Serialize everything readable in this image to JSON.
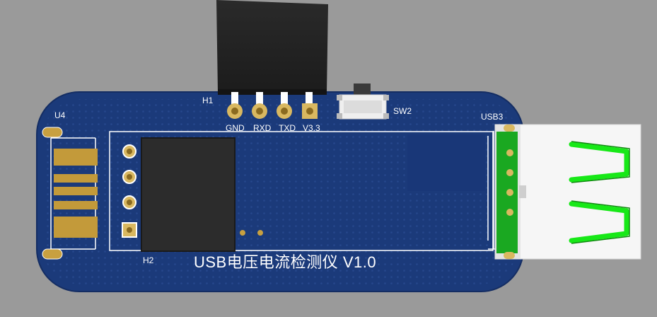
{
  "board": {
    "title": "USB电压电流检测仪 V1.0",
    "colors": {
      "background": "#9a9a9a",
      "pcb": "#1b3a7a",
      "silkscreen": "#ffffff",
      "gold": "#c8a040",
      "usb_green": "#17e817"
    }
  },
  "labels": {
    "u4": "U4",
    "h1": "H1",
    "h2": "H2",
    "sw2": "SW2",
    "usb3": "USB3",
    "gnd": "GND",
    "rxd": "RXD",
    "txd": "TXD",
    "v33": "V3.3"
  }
}
